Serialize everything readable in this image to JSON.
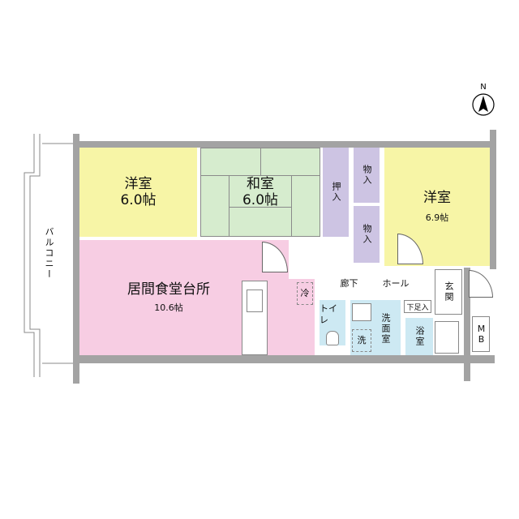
{
  "north_arrow": {
    "label": "N"
  },
  "balcony": {
    "label": "バルコニー"
  },
  "rooms": {
    "western_room_1": {
      "name": "洋室",
      "size": "6.0帖",
      "color": "#f7f5a6"
    },
    "japanese_room": {
      "name": "和室",
      "size": "6.0帖",
      "color": "#d6ecce"
    },
    "oshiire": {
      "name": "押入",
      "color": "#cdc4e3"
    },
    "storage_1": {
      "name": "物入",
      "color": "#cdc4e3"
    },
    "storage_2": {
      "name": "物入",
      "color": "#cdc4e3"
    },
    "western_room_2": {
      "name": "洋室",
      "size": "6.9帖",
      "color": "#f7f5a6"
    },
    "ldk": {
      "name": "居間食堂台所",
      "size": "10.6帖",
      "color": "#f7cde3"
    },
    "refrigerator": {
      "label": "冷"
    },
    "corridor": {
      "label": "廊下"
    },
    "hall": {
      "label": "ホール"
    },
    "entrance": {
      "name": "玄関"
    },
    "shoe_storage": {
      "label": "下足入"
    },
    "toilet": {
      "name": "トイレ",
      "color": "#cde9f3"
    },
    "washroom": {
      "name": "洗面室",
      "color": "#cde9f3"
    },
    "washer": {
      "label": "洗"
    },
    "bathroom": {
      "name": "浴室",
      "color": "#cde9f3"
    },
    "mb": {
      "label": "MB"
    }
  }
}
